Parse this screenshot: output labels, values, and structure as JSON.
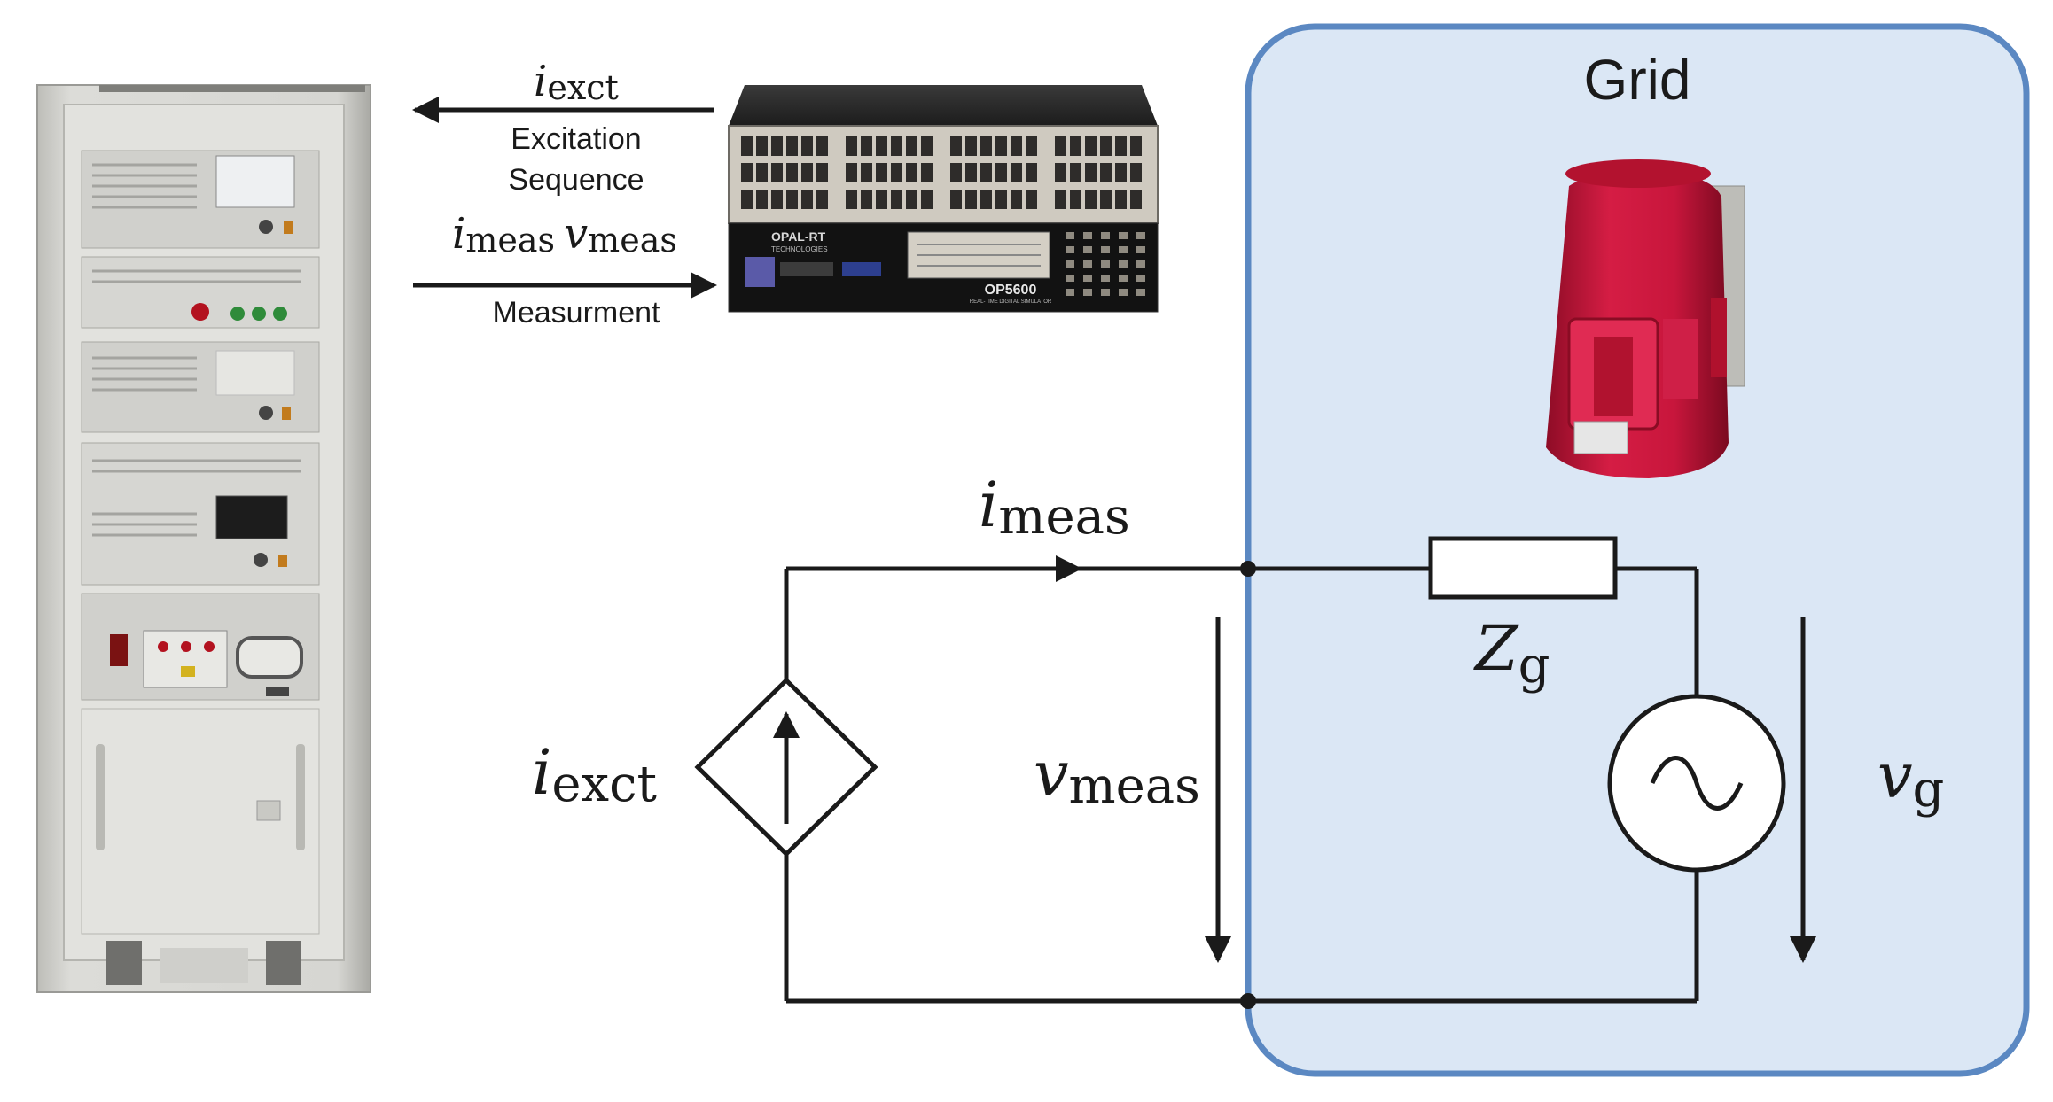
{
  "grid": {
    "title": "Grid",
    "fill": "#dbe7f5",
    "stroke": "#5b88c2"
  },
  "top_arrows": {
    "excitation_current": {
      "base": "i",
      "sub": "exct"
    },
    "excitation_caption_line1": "Excitation",
    "excitation_caption_line2": "Sequence",
    "measured_current": {
      "base": "i",
      "sub": "meas"
    },
    "measured_voltage": {
      "base": "v",
      "sub": "meas"
    },
    "measurement_caption": "Measurment"
  },
  "simulator": {
    "brand": "OPAL-RT",
    "brand_sub": "TECHNOLOGIES",
    "model": "OP5600",
    "model_sub": "REAL-TIME DIGITAL SIMULATOR"
  },
  "circuit": {
    "branch_current": {
      "base": "i",
      "sub": "meas"
    },
    "source_current": {
      "base": "i",
      "sub": "exct"
    },
    "measured_voltage": {
      "base": "v",
      "sub": "meas"
    },
    "grid_impedance": {
      "base": "Z",
      "sub": "g"
    },
    "grid_voltage": {
      "base": "v",
      "sub": "g"
    }
  },
  "colors": {
    "wire": "#1a1a1a",
    "socket_red": "#c8163c",
    "cabinet_gray": "#d9d9d6"
  }
}
